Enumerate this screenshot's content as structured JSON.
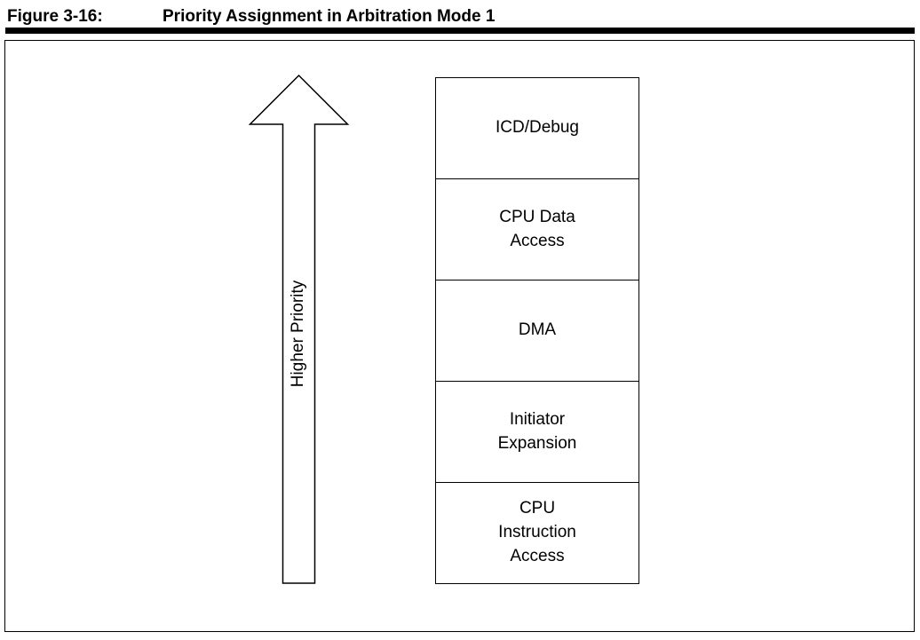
{
  "figure": {
    "label": "Figure 3-16:",
    "title": "Priority Assignment in Arbitration Mode 1"
  },
  "diagram": {
    "arrow_label": "Higher Priority",
    "boxes": [
      {
        "label": "ICD/Debug"
      },
      {
        "label": "CPU Data\nAccess"
      },
      {
        "label": "DMA"
      },
      {
        "label": "Initiator\nExpansion"
      },
      {
        "label": "CPU\nInstruction\nAccess"
      }
    ]
  }
}
